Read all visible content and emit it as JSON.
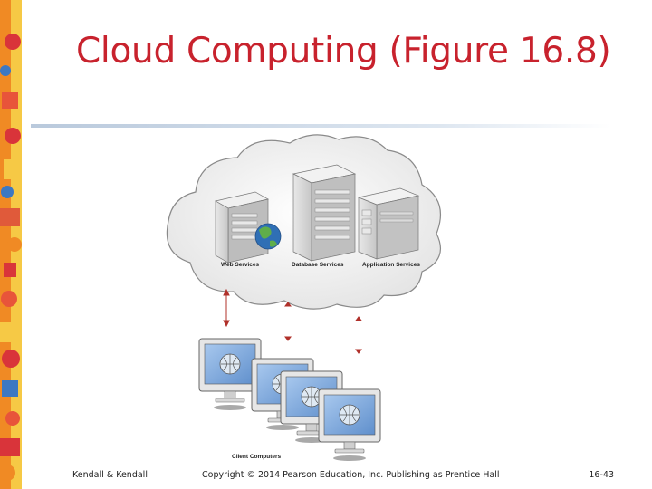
{
  "slide": {
    "title": "Cloud Computing (Figure 16.8)"
  },
  "diagram": {
    "cloud_labels": {
      "web": "Web Services",
      "database": "Database Services",
      "application": "Application Services"
    },
    "client_label": "Client Computers"
  },
  "footer": {
    "left": "Kendall & Kendall",
    "center": "Copyright © 2014 Pearson Education, Inc. Publishing as Prentice Hall",
    "right": "16-43"
  },
  "colors": {
    "title": "#c8222d",
    "accent_orange": "#f08a24",
    "accent_yellow": "#f6c945",
    "accent_red": "#d9343a",
    "accent_blue": "#3d78c2",
    "cloud_fill": "#f2f2f2",
    "cloud_stroke": "#8a8a8a",
    "monitor_screen": "#7ba8dc",
    "server_body": "#d3d3d3",
    "arrow": "#b0302a"
  }
}
